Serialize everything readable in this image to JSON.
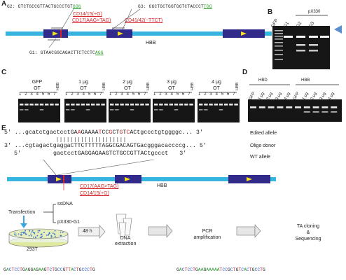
{
  "panels": {
    "A": "A",
    "B": "B",
    "C": "C",
    "D": "D",
    "E": "E"
  },
  "panelA": {
    "g2_prefix": "G2: GTCTGCCGTTACTGCCCTGT",
    "g2_pam": "GGG",
    "g3_prefix": "G3: GGCTGCTGGTGGTCTACCCT",
    "g3_pam": "TGG",
    "g1_prefix": "G1: GTAACGGCAGACTTCTCCTC",
    "g1_pam": "AGG",
    "mut1": "CD14/15(+G)",
    "mut2": "CD17(AAG>TAG)",
    "mut3": "CD41/42(−TTCT)",
    "gene": "HBB"
  },
  "panelB": {
    "plasmid": "pX330",
    "lanes": [
      "GFP",
      "G1",
      "G2",
      "G3"
    ]
  },
  "panelC": {
    "groups": [
      {
        "title": "GFP",
        "ot": "OT"
      },
      {
        "title": "1 μg",
        "ot": "OT"
      },
      {
        "title": "2 μg",
        "ot": "OT"
      },
      {
        "title": "3 μg",
        "ot": "OT"
      },
      {
        "title": "4 μg",
        "ot": "OT"
      }
    ],
    "lane_nums": "1 2 3 4 5 6 7",
    "hbb": "HBB"
  },
  "panelD": {
    "hbd": "HBD",
    "hbb": "HBB",
    "lanes": [
      "GFP",
      "1 μg",
      "2 μg",
      "3 μg",
      "4 μg",
      "GFP",
      "1 μg",
      "2 μg",
      "3 μg",
      "4 μg"
    ]
  },
  "panelE": {
    "edited_seq": "5′  ...gcatctgactcctGAAGAAAATCCGCTGTCACtgccctgtggggc...  3′",
    "edited_label": "Edited allele",
    "oligo_seq": "3′  ...cgtagactgaggaCTTCTTTTTAGGCGACAGTGacgggacaccccg...  5′",
    "oligo_label": "Oligo donor",
    "wt_prefix": "5′",
    "wt_seq": "gactcctGAGGAGAAGTCTGCCGTTACtgccct",
    "wt_suffix": "3′",
    "wt_label": "WT allele",
    "gene": "HBB",
    "mut1": "CD17(AAG>TAG)",
    "mut2": "CD14/15(+G)",
    "transfection": "Transfection",
    "ssdna": "ssDNA",
    "px330": "pX330-G1",
    "cell": "293T",
    "time": "48 h",
    "dna_extraction": "DNA\nextraction",
    "pcr": "PCR\namplification",
    "ta": "TA cloning\n&\nSequencing",
    "trace_left": "GACTCCTGAGGAGAAGTCTGCCGTTACTGCCCTG",
    "trace_right": "GACTCCTGAAGAAAAATCCGCTGTCACTGCCTG"
  }
}
